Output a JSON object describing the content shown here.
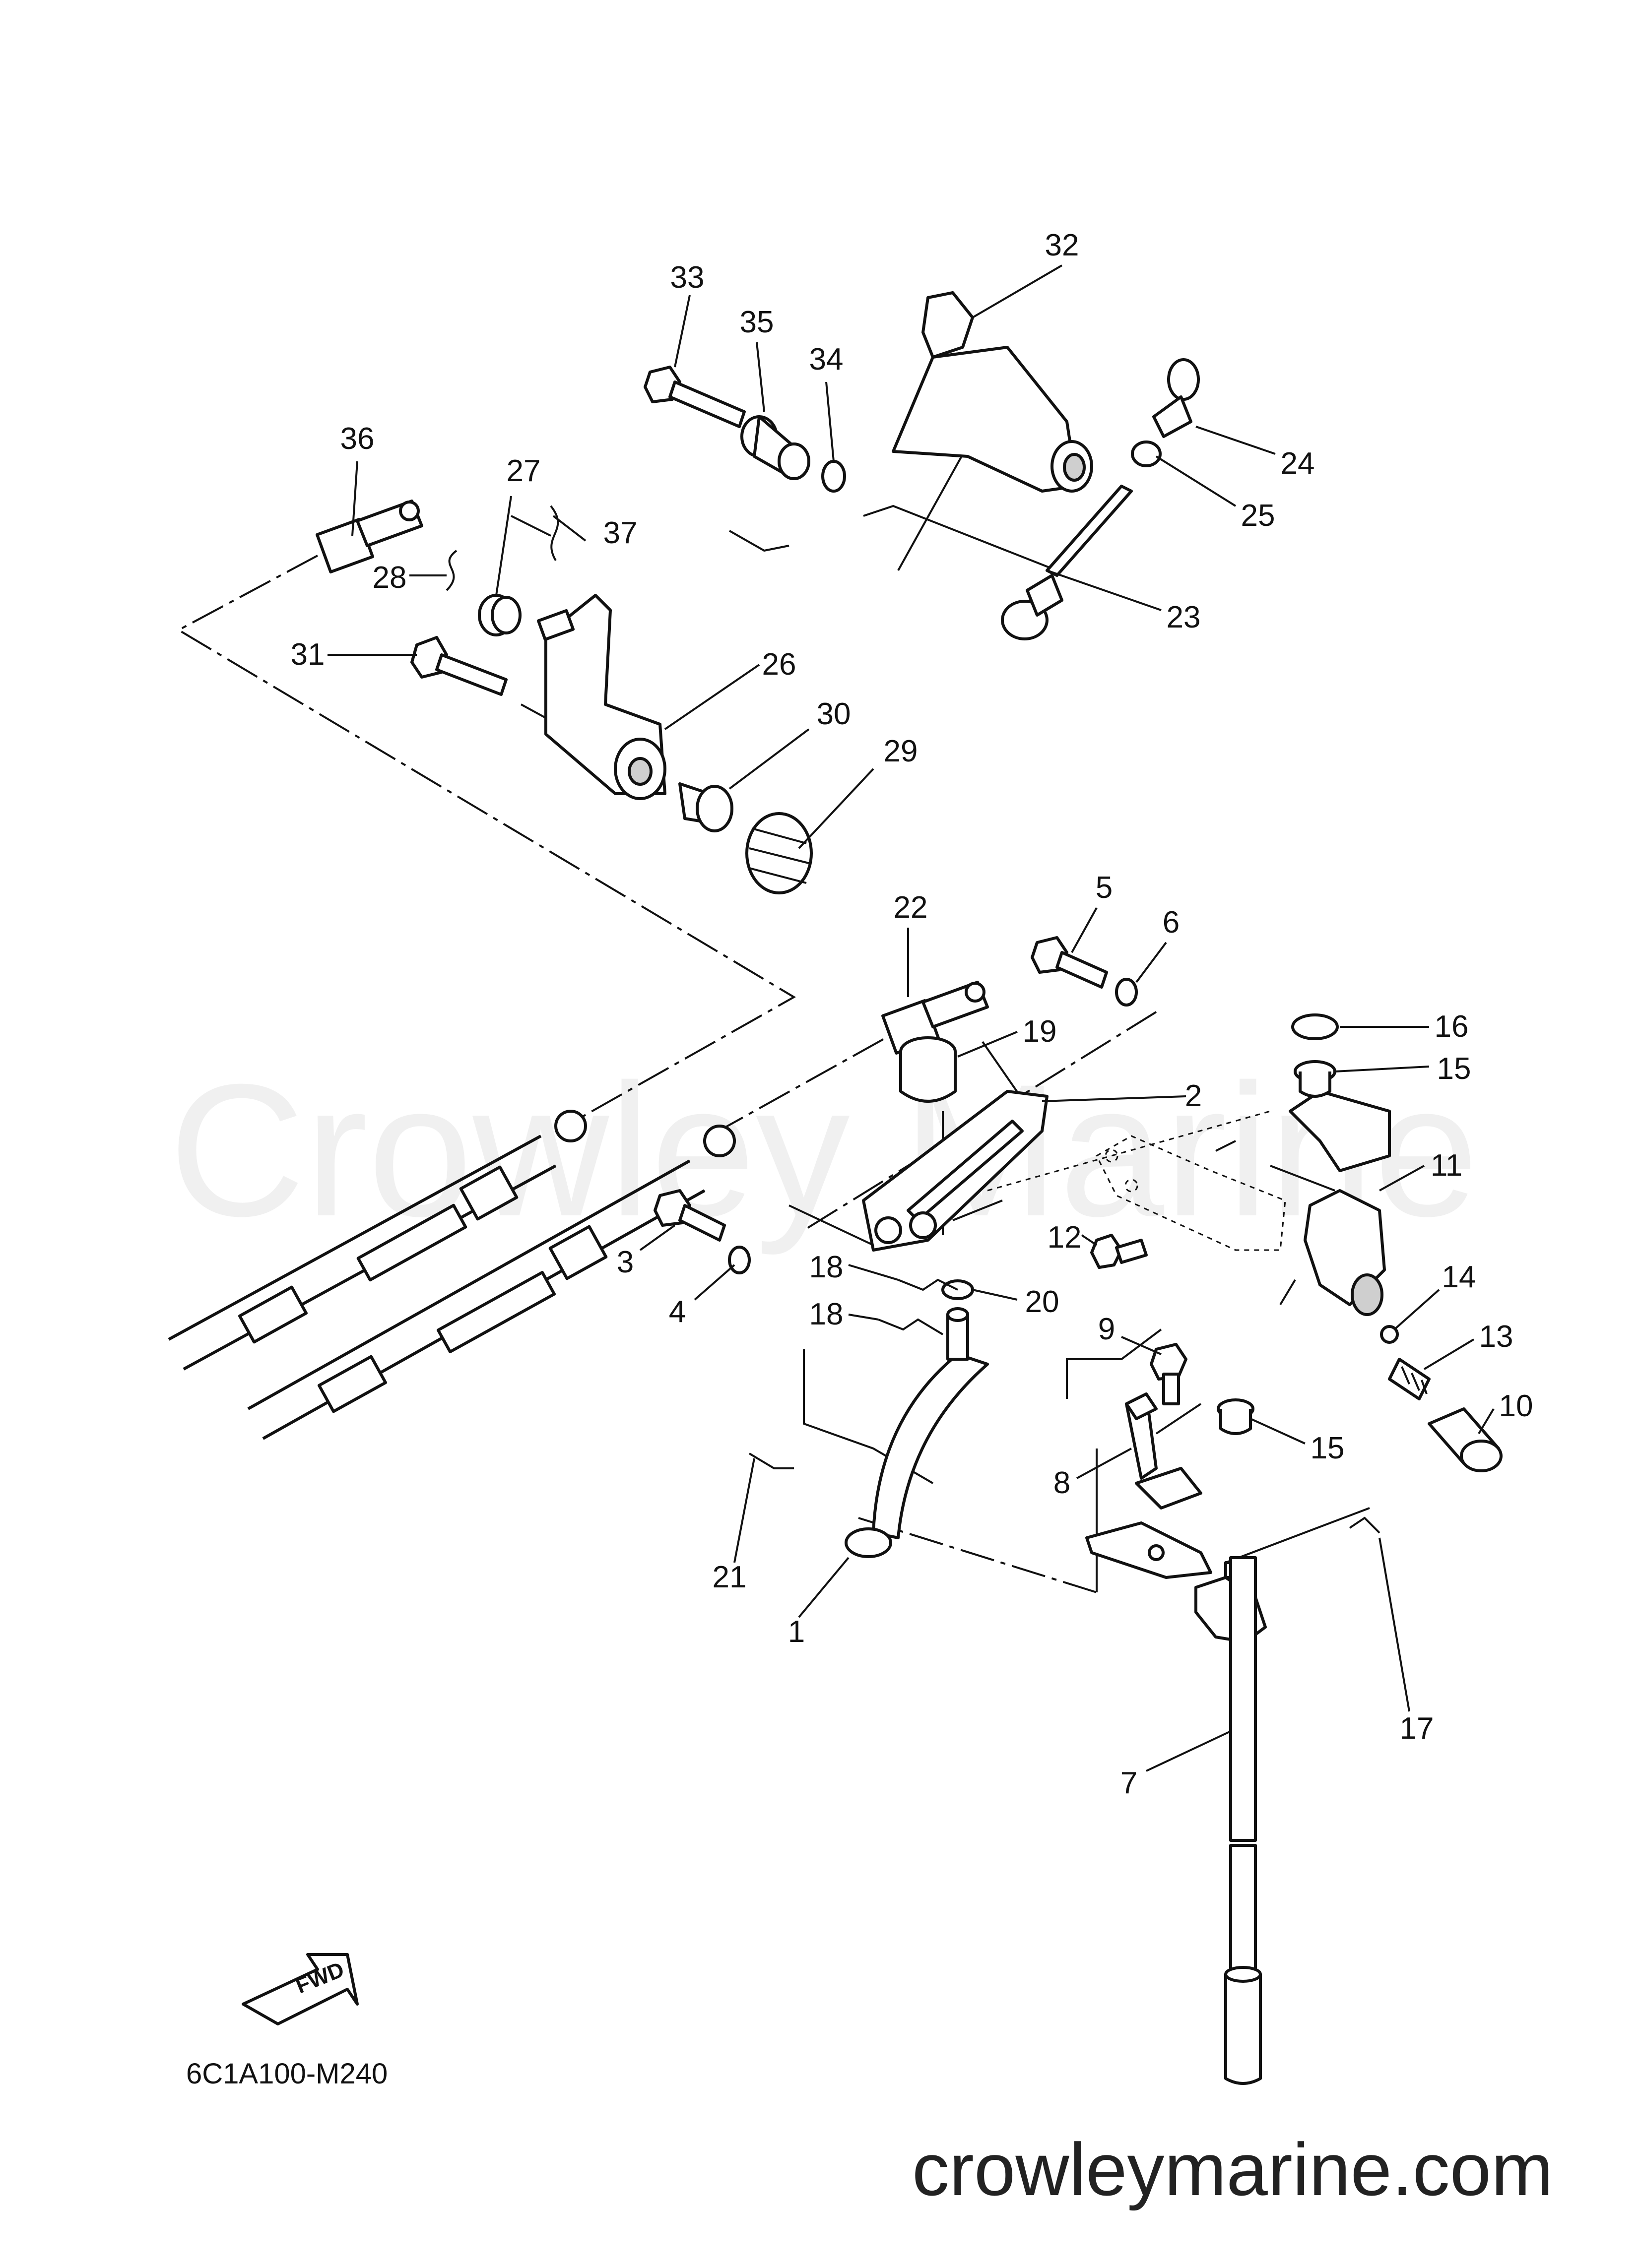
{
  "diagram": {
    "drawing_code": "6C1A100-M240",
    "watermark": "Crowley Marine",
    "footer_url": "crowleymarine.com",
    "fwd_label": "FWD",
    "callouts": [
      "1",
      "2",
      "3",
      "4",
      "5",
      "6",
      "7",
      "8",
      "9",
      "10",
      "11",
      "12",
      "13",
      "14",
      "15",
      "16",
      "17",
      "18",
      "19",
      "20",
      "21",
      "22",
      "23",
      "24",
      "25",
      "26",
      "27",
      "28",
      "29",
      "30",
      "31",
      "32",
      "33",
      "34",
      "35",
      "36",
      "37"
    ],
    "callout_15_second": "15",
    "callout_18_second": "18"
  }
}
